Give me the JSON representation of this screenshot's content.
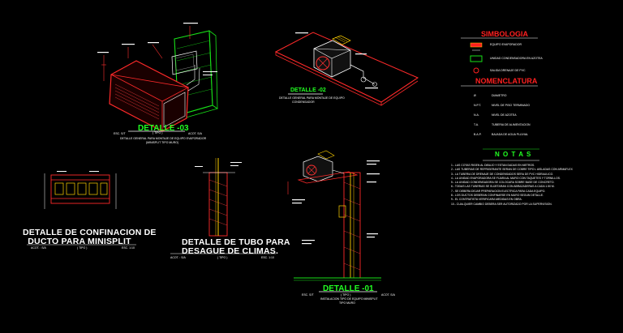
{
  "details": {
    "d03": {
      "title": "DETALLE -03",
      "sub": "( TIPO )",
      "esc": "ESC. S/T",
      "acot": "ACOT. S/A",
      "note": "DETALLE GENERAL PARA MONTAJE DE EQUIPO EVAPORADOR",
      "note2": "(MINISPLIT TIPO MURO)"
    },
    "d02": {
      "title": "DETALLE -02",
      "note": "DETALLE GENERAL PARA MONTAJE DE EQUIPO",
      "note2": "CONDENSADOR"
    },
    "d01": {
      "title": "DETALLE -01",
      "sub": "( TIPO )",
      "esc": "ESC. S/T",
      "acot": "ACOT. S/A",
      "note": "INSTALACION TIPO DE EQUIPO MINISPLIT",
      "note2": "TIPO MURO"
    },
    "confinacion": {
      "title_line1": "DETALLE DE CONFINACION DE",
      "title_line2": "DUCTO PARA MINISPLIT",
      "acot": "ACOT. : S/A",
      "tipo": "( TIPO )",
      "esc": "ESC. 1:10"
    },
    "tubo": {
      "title_line1": "DETALLE DE TUBO PARA",
      "title_line2": "DESAGUE DE CLIMAS.",
      "acot": "ACOT. : S/A",
      "tipo": "( TIPO )",
      "esc": "ESC. 1:10"
    }
  },
  "legend": {
    "simbologia_title": "SIMBOLOGIA",
    "symbols": [
      "EQUIPO EVAPORADOR",
      "UNIDAD CONDENSADORA EN AZOTEA",
      "SALIDA DRENAJE DE PVC"
    ],
    "nomenclatura_title": "NOMENCLATURA",
    "nomenclatura": [
      {
        "code": "Ø",
        "text": "DIAMETRO"
      },
      {
        "code": "N.P.T.",
        "text": "NIVEL DE PISO TERMINADO"
      },
      {
        "code": "N.A.",
        "text": "NIVEL DE AZOTEA"
      },
      {
        "code": "T.A.",
        "text": "TUBERIA DE ALIMENTACION"
      },
      {
        "code": "B.A.P.",
        "text": "BAJADA DE AGUA PLUVIAL"
      }
    ]
  },
  "notas": {
    "title": "N O T A S",
    "items": [
      "1.- LAS COTAS RIGEN AL DIBUJO Y ESTAN DADAS EN METROS.",
      "2.- LAS TUBERIAS DE REFRIGERANTE SERAN DE COBRE TIPO L AISLADAS CON ARMAFLEX",
      "3.- LA TUBERIA DE DRENAJE DE CONDENSADOS SERA DE PVC HIDRAULICO.",
      "4.- LA UNIDAD EVAPORADORA SE FIJARA AL MURO CON TAQUETES Y TORNILLOS.",
      "5.- LA UNIDAD CONDENSADORA SE COLOCARA SOBRE BASE DE CONCRETO.",
      "6.- TODAS LAS TUBERIAS SE SUJETARAN CON ABRAZADERAS A CADA 1.50 M.",
      "7.- SE DEBERA DEJAR PREPARACION ELECTRICA PARA CADA EQUIPO.",
      "8.- LOS DUCTOS DEBERAN CONFINARSE EN MURO SEGUN DETALLE.",
      "9.- EL CONTRATISTA VERIFICARA MEDIDAS EN OBRA.",
      "10.- CUALQUIER CAMBIO DEBERA SER AUTORIZADO POR LA SUPERVISION."
    ]
  }
}
